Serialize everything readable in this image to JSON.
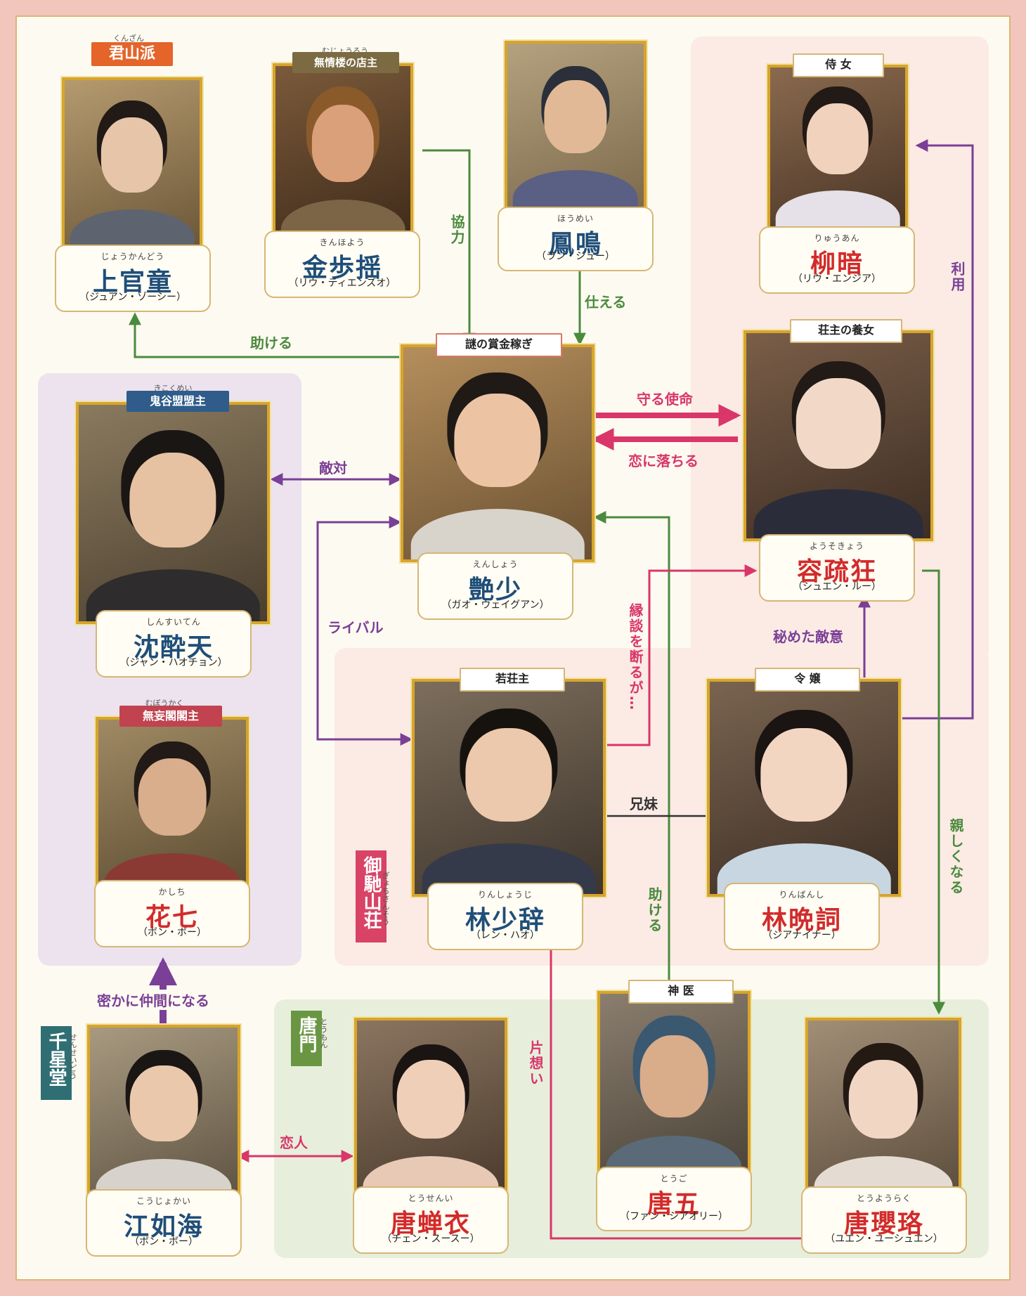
{
  "colors": {
    "green": "#4b8a3e",
    "purple": "#7a3f96",
    "pink": "#d9366a",
    "dark": "#333333",
    "blue_name": "#1f4e79",
    "red_name": "#d22b2b"
  },
  "factions": {
    "junzan": {
      "label": "君山派",
      "ruby": "くんざん"
    },
    "gyochi": {
      "label": "御馳山荘",
      "ruby": "ぎょちさんそう"
    },
    "sensei": {
      "label": "千星堂",
      "ruby": "せんせいどう"
    },
    "tomon": {
      "label": "唐門",
      "ruby": "とうもん"
    }
  },
  "characters": {
    "joukan": {
      "ruby": "じょうかんどう",
      "name": "上官童",
      "actor": "（ジュアン・ゾーシー）"
    },
    "kin": {
      "ruby": "きんほよう",
      "name": "金歩揺",
      "actor": "（リウ・ティエンズオ）",
      "role": "無情楼の店主",
      "role_ruby": "むじょうろう"
    },
    "houmei": {
      "ruby": "ほうめい",
      "name": "鳳鳴",
      "actor": "（ラン・シュー）"
    },
    "ryuan": {
      "ruby": "りゅうあん",
      "name": "柳暗",
      "actor": "（リウ・エンジア）",
      "role": "侍 女"
    },
    "enshou": {
      "ruby": "えんしょう",
      "name": "艶少",
      "actor": "（ガオ・ウェイグアン）",
      "role": "謎の賞金稼ぎ"
    },
    "yousokyou": {
      "ruby": "ようそきょう",
      "name": "容疏狂",
      "actor": "（シュエン・ルー）",
      "role": "荘主の養女"
    },
    "shinsuiten": {
      "ruby": "しんすいてん",
      "name": "沈酔天",
      "actor": "（ジャン・ハオチョン）",
      "role": "鬼谷盟盟主",
      "role_ruby": "きこくめい"
    },
    "kashichi": {
      "ruby": "かしち",
      "name": "花七",
      "actor": "（ボン・ボー）",
      "role": "無妄閣閣主",
      "role_ruby": "むぼうかく"
    },
    "rinshouji": {
      "ruby": "りんしょうじ",
      "name": "林少辞",
      "actor": "（レン・ハオ）",
      "role": "若荘主"
    },
    "rinbanshi": {
      "ruby": "りんばんし",
      "name": "林晩詞",
      "actor": "（ジアナイナー）",
      "role": "令 嬢"
    },
    "koujokai": {
      "ruby": "こうじょかい",
      "name": "江如海",
      "actor": "（ボン・ボー）"
    },
    "tousenI": {
      "ruby": "とうせんい",
      "name": "唐蝉衣",
      "actor": "（チェン・スースー）"
    },
    "tougo": {
      "ruby": "とうご",
      "name": "唐五",
      "actor": "（ファン・シアオリー）",
      "role": "神 医"
    },
    "touyouraku": {
      "ruby": "とうようらく",
      "name": "唐瓔珞",
      "actor": "（ユエン・ユーシュエン）"
    }
  },
  "relations": {
    "kyouryoku": "協力",
    "tsukaeru": "仕える",
    "tasukeru1": "助ける",
    "mamoru": "守る使命",
    "koi": "恋に落ちる",
    "tekitai": "敵対",
    "rival": "ライバル",
    "riyou": "利用",
    "endan": "縁談を断るが…",
    "himeta": "秘めた敵意",
    "kyoudai": "兄妹",
    "shitashiku": "親しくなる",
    "tasukeru2": "助ける",
    "hisoka": "密かに仲間になる",
    "koibito": "恋人",
    "kataomoi": "片想い"
  }
}
